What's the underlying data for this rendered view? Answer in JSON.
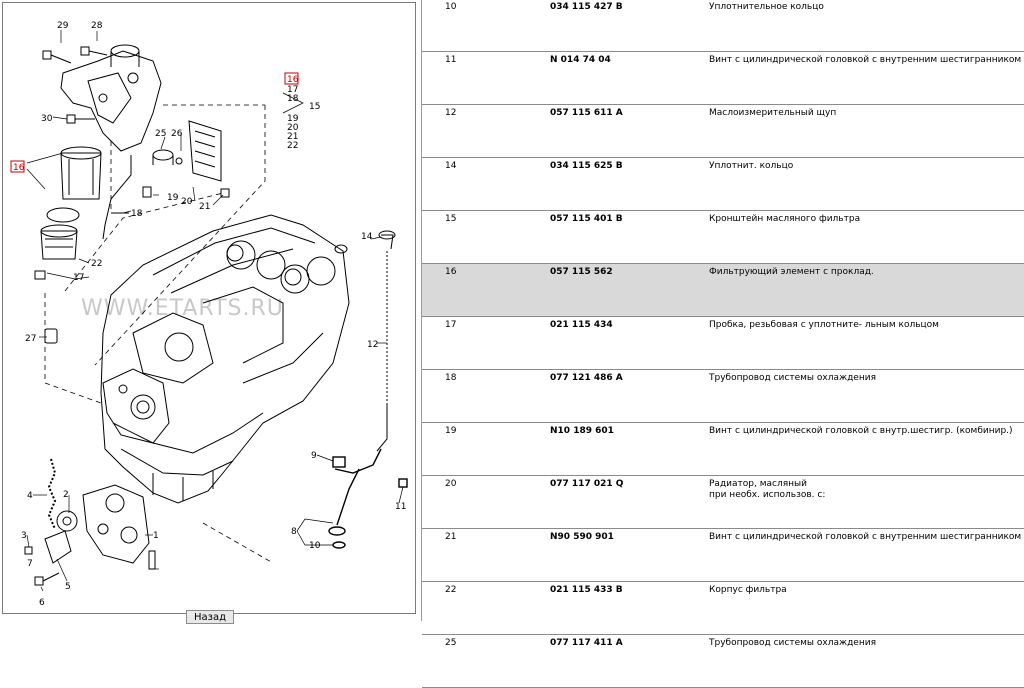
{
  "diagram": {
    "watermark": "WWW.ETARTS.RU",
    "callouts": [
      {
        "label": "29",
        "highlight": false
      },
      {
        "label": "28",
        "highlight": false
      },
      {
        "label": "30",
        "highlight": false
      },
      {
        "label": "16",
        "highlight": true
      },
      {
        "label": "17",
        "highlight": false
      },
      {
        "label": "18",
        "highlight": false
      },
      {
        "label": "15",
        "highlight": false
      },
      {
        "label": "19",
        "highlight": false
      },
      {
        "label": "20",
        "highlight": false
      },
      {
        "label": "21",
        "highlight": false
      },
      {
        "label": "22",
        "highlight": false
      },
      {
        "label": "25",
        "highlight": false
      },
      {
        "label": "26",
        "highlight": false
      },
      {
        "label": "16",
        "highlight": true
      },
      {
        "label": "19",
        "highlight": false
      },
      {
        "label": "18",
        "highlight": false
      },
      {
        "label": "20",
        "highlight": false
      },
      {
        "label": "21",
        "highlight": false
      },
      {
        "label": "22",
        "highlight": false
      },
      {
        "label": "17",
        "highlight": false
      },
      {
        "label": "27",
        "highlight": false
      },
      {
        "label": "14",
        "highlight": false
      },
      {
        "label": "12",
        "highlight": false
      },
      {
        "label": "9",
        "highlight": false
      },
      {
        "label": "11",
        "highlight": false
      },
      {
        "label": "8",
        "highlight": false
      },
      {
        "label": "10",
        "highlight": false
      },
      {
        "label": "4",
        "highlight": false
      },
      {
        "label": "2",
        "highlight": false
      },
      {
        "label": "1",
        "highlight": false
      },
      {
        "label": "3",
        "highlight": false
      },
      {
        "label": "5",
        "highlight": false
      },
      {
        "label": "7",
        "highlight": false
      },
      {
        "label": "6",
        "highlight": false
      }
    ]
  },
  "back_button_label": "Назад",
  "parts": [
    {
      "pos": "10",
      "number": "034 115 427 B",
      "description": "Уплотнительное кольцо",
      "highlighted": false
    },
    {
      "pos": "11",
      "number": "N 014 74 04",
      "description": "Винт с цилиндрической головкой с внутренним шестигранником",
      "highlighted": false
    },
    {
      "pos": "12",
      "number": "057 115 611 A",
      "description": "Маслоизмерительный щуп",
      "highlighted": false
    },
    {
      "pos": "14",
      "number": "034 115 625 B",
      "description": "Уплотнит. кольцо",
      "highlighted": false
    },
    {
      "pos": "15",
      "number": "057 115 401 B",
      "description": "Кронштейн масляного фильтра",
      "highlighted": false
    },
    {
      "pos": "16",
      "number": "057 115 562",
      "description": "Фильтрующий элемент с проклад.",
      "highlighted": true
    },
    {
      "pos": "17",
      "number": "021 115 434",
      "description": "Пробка, резьбовая с уплотните- льным кольцом",
      "highlighted": false
    },
    {
      "pos": "18",
      "number": "077 121 486 A",
      "description": "Трубопровод системы охлаждения",
      "highlighted": false
    },
    {
      "pos": "19",
      "number": "N10 189 601",
      "description": "Винт с цилиндрической головкой с внутр.шестигр. (комбинир.)",
      "highlighted": false
    },
    {
      "pos": "20",
      "number": "077 117 021 Q",
      "description": "Радиатор, масляный\nпри необх. использов. с:",
      "highlighted": false
    },
    {
      "pos": "21",
      "number": "N90 590 901",
      "description": "Винт с цилиндрической головкой с внутренним шестигранником",
      "highlighted": false
    },
    {
      "pos": "22",
      "number": "021 115 433 B",
      "description": "Корпус фильтра",
      "highlighted": false
    },
    {
      "pos": "25",
      "number": "077 117 411 A",
      "description": "Трубопровод системы охлаждения",
      "highlighted": false
    }
  ]
}
